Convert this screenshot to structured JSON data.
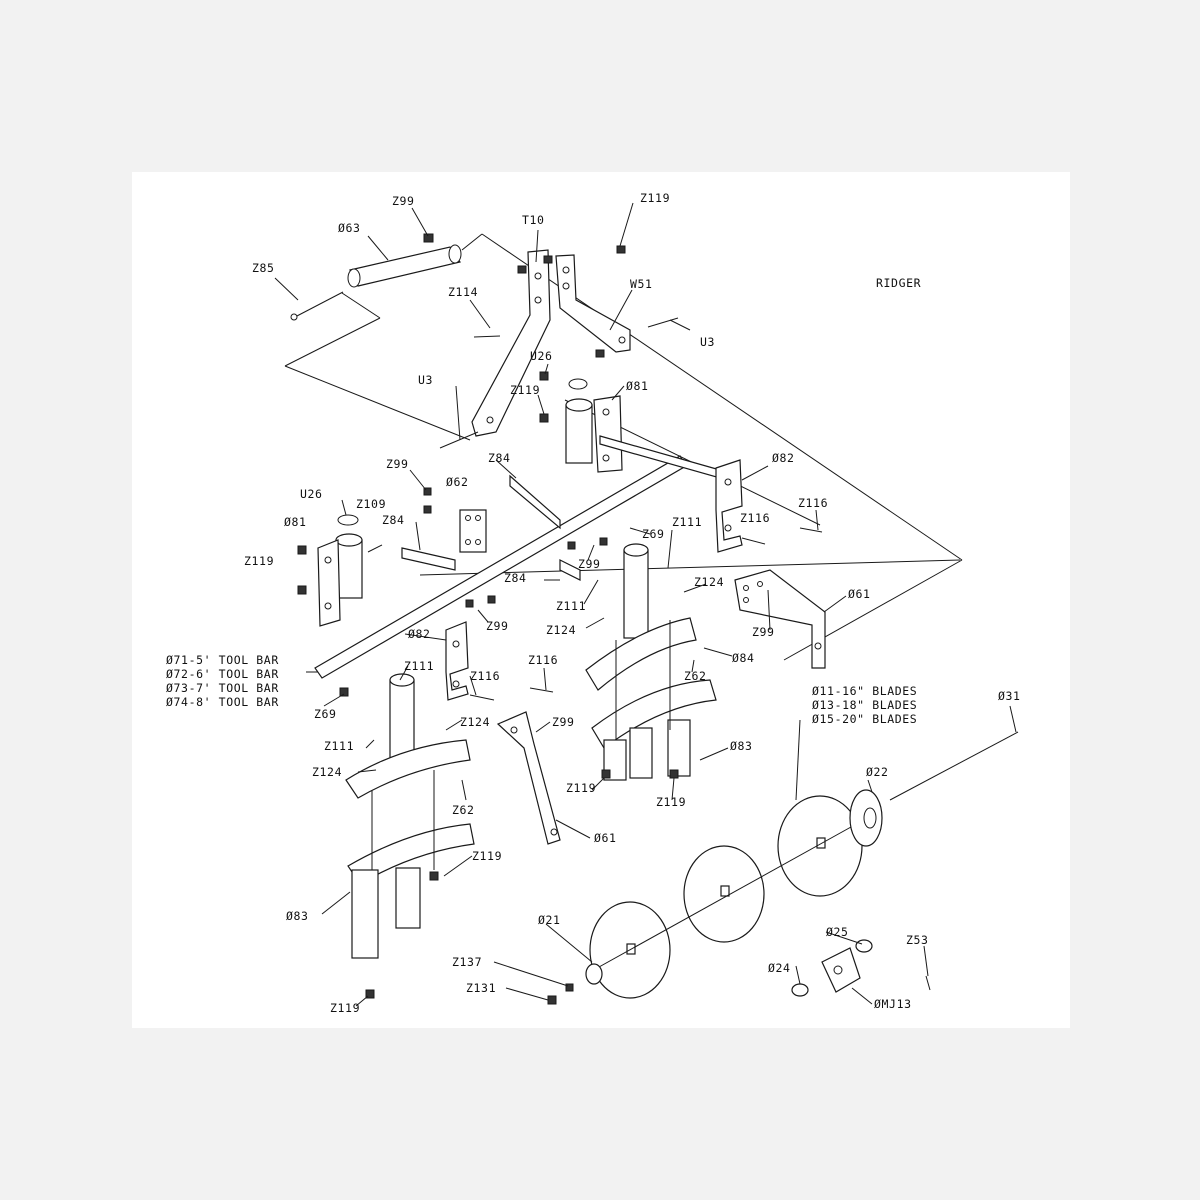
{
  "title": "RIDGER",
  "labels": {
    "z99_top": "Z99",
    "d63": "Ø63",
    "z85": "Z85",
    "t10": "T10",
    "z119_top": "Z119",
    "w51": "W51",
    "z114": "Z114",
    "u3_right": "U3",
    "u26_top": "U26",
    "z119_mid": "Z119",
    "d81_right": "Ø81",
    "u3_left": "U3",
    "d82_right": "Ø82",
    "z116_right": "Z116",
    "z116_right2": "Z116",
    "z99_left": "Z99",
    "d62": "Ø62",
    "z84_top": "Z84",
    "u26_left": "U26",
    "z109": "Z109",
    "d81_left": "Ø81",
    "z119_left": "Z119",
    "z84_left": "Z84",
    "z69_right": "Z69",
    "z111_right": "Z111",
    "z99_mid": "Z99",
    "z124_right": "Z124",
    "d61_right": "Ø61",
    "z84_mid": "Z84",
    "z111_mid": "Z111",
    "z99_mid2": "Z99",
    "z99_right": "Z99",
    "z124_mid": "Z124",
    "d84": "Ø84",
    "d82_left": "Ø82",
    "z116_mid": "Z116",
    "z116_mid2": "Z116",
    "tb5": "Ø71-5' TOOL BAR",
    "tb6": "Ø72-6' TOOL BAR",
    "tb7": "Ø73-7' TOOL BAR",
    "tb8": "Ø74-8' TOOL BAR",
    "z111_left": "Z111",
    "z69_left": "Z69",
    "z62_right": "Z62",
    "bl16": "Ø11-16\" BLADES",
    "bl18": "Ø13-18\" BLADES",
    "bl20": "Ø15-20\" BLADES",
    "d31": "Ø31",
    "z124_left2": "Z124",
    "z99_low": "Z99",
    "z111_left2": "Z111",
    "d83_right": "Ø83",
    "z124_left": "Z124",
    "d22": "Ø22",
    "z119_r1": "Z119",
    "z119_r2": "Z119",
    "z62_left": "Z62",
    "d61_left": "Ø61",
    "z119_low": "Z119",
    "d83_left": "Ø83",
    "d21": "Ø21",
    "d25": "Ø25",
    "z53": "Z53",
    "z137": "Z137",
    "d24": "Ø24",
    "z131": "Z131",
    "dmj13": "ØMJ13",
    "z119_bottom": "Z119"
  }
}
